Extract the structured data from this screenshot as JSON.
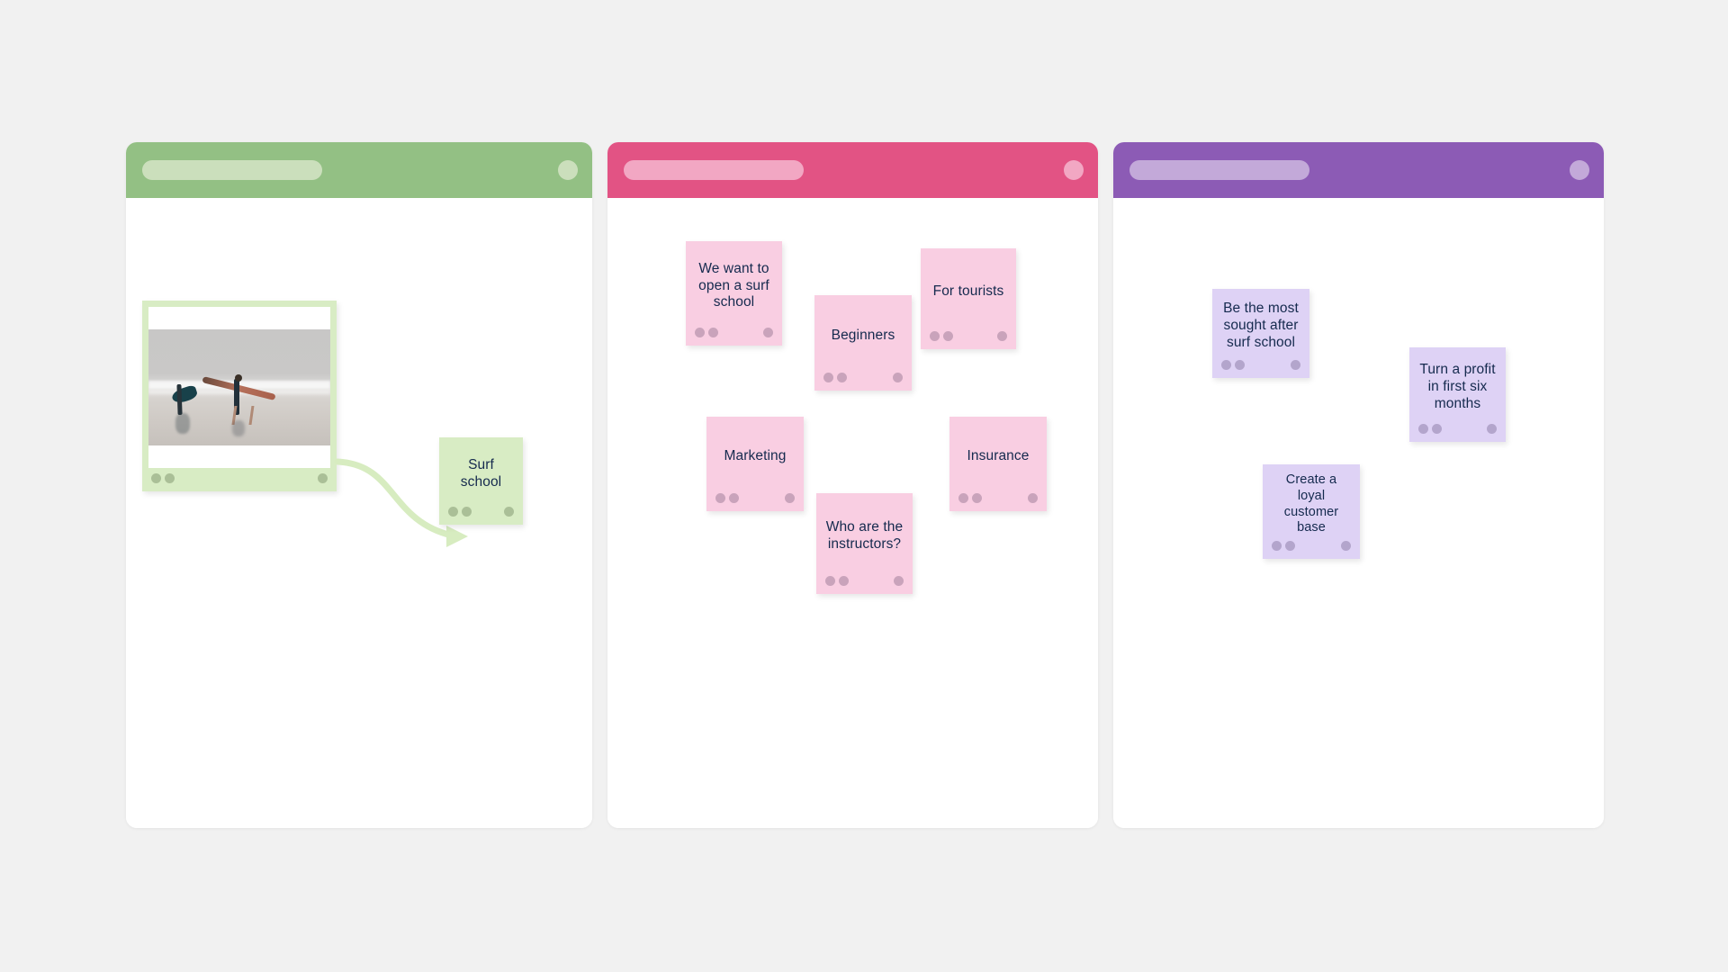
{
  "board": {
    "background_color": "#f1f1f1"
  },
  "panels": [
    {
      "id": "panel-green",
      "name": "green-panel",
      "header_color": "#93c084",
      "pill_color": "#cbdfbc",
      "avatar_color": "#cbdfbc",
      "body_color": "#ffffff"
    },
    {
      "id": "panel-pink",
      "name": "pink-panel",
      "header_color": "#e25384",
      "pill_color": "#f2a7c3",
      "avatar_color": "#f2a7c3",
      "body_color": "#ffffff"
    },
    {
      "id": "panel-purple",
      "name": "purple-panel",
      "header_color": "#8c5bb5",
      "pill_color": "#c3a9d9",
      "avatar_color": "#c3a9d9",
      "body_color": "#ffffff"
    }
  ],
  "photo_card": {
    "name": "surf-photo-card",
    "alt": "two surfers carrying boards on a foggy beach",
    "frame_color": "#d8ecc4"
  },
  "notes": {
    "green": [
      {
        "text": "Surf school",
        "color": "#d8ecc4"
      }
    ],
    "pink": [
      {
        "text": "We want to open a surf school",
        "color": "#f9cee2"
      },
      {
        "text": "Beginners",
        "color": "#f9cee2"
      },
      {
        "text": "For tourists",
        "color": "#f9cee2"
      },
      {
        "text": "Marketing",
        "color": "#f9cee2"
      },
      {
        "text": "Insurance",
        "color": "#f9cee2"
      },
      {
        "text": "Who are the instructors?",
        "color": "#f9cee2"
      }
    ],
    "purple": [
      {
        "text": "Be the most sought after surf school",
        "color": "#ded2f5"
      },
      {
        "text": "Turn a profit in first six months",
        "color": "#ded2f5"
      },
      {
        "text": "Create a loyal customer base",
        "color": "#ded2f5"
      }
    ]
  },
  "connector": {
    "name": "photo-to-surf-school-arrow",
    "color": "#d7ecc0"
  }
}
